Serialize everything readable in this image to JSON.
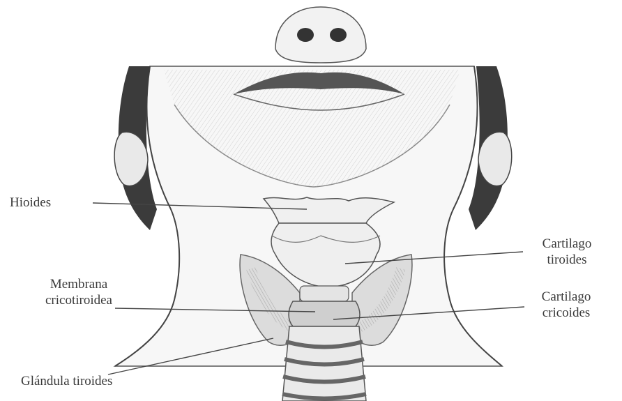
{
  "labels": {
    "hyoid": "Hioides",
    "thyroid_cartilage": [
      "Cartilago",
      "tiroides"
    ],
    "cricothyroid_membrane": [
      "Membrana",
      "cricotiroidea"
    ],
    "cricoid_cartilage": [
      "Cartilago",
      "cricoides"
    ],
    "thyroid_gland": "Glándula tiroides"
  },
  "colors": {
    "ink": "#3a3a3a",
    "shade": "#9a9a9a",
    "hair": "#3b3b3b",
    "background": "#ffffff"
  }
}
